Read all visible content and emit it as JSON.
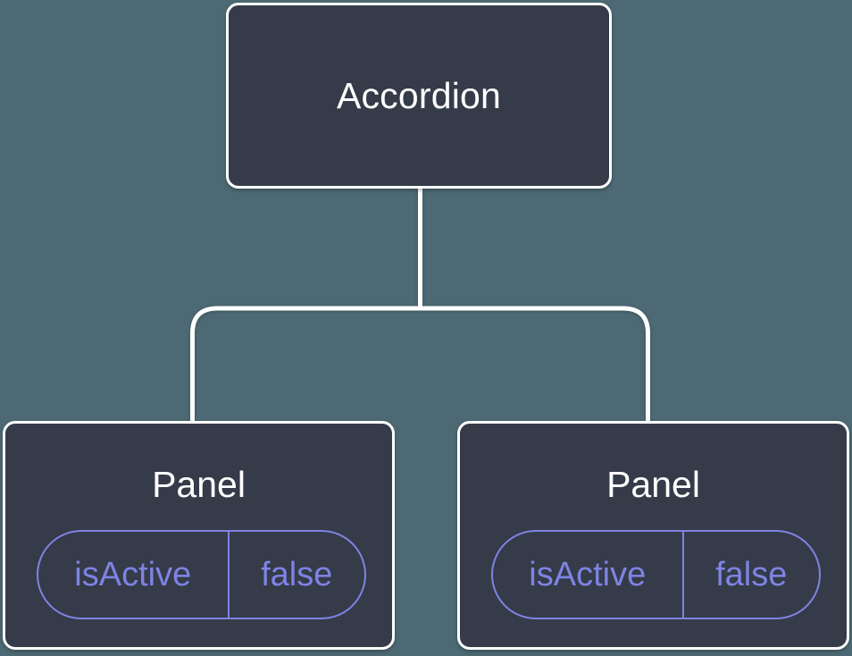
{
  "diagram": {
    "description": "Component tree diagram",
    "root": {
      "label": "Accordion"
    },
    "children": [
      {
        "label": "Panel",
        "state": {
          "name": "isActive",
          "value": "false"
        }
      },
      {
        "label": "Panel",
        "state": {
          "name": "isActive",
          "value": "false"
        }
      }
    ]
  },
  "colors": {
    "background": "#4D6A74",
    "node_fill": "#353B48",
    "node_border": "#FFFFFF",
    "connector": "#FFFFFF",
    "state_accent": "#7E83E4",
    "label_text": "#FFFFFF"
  }
}
